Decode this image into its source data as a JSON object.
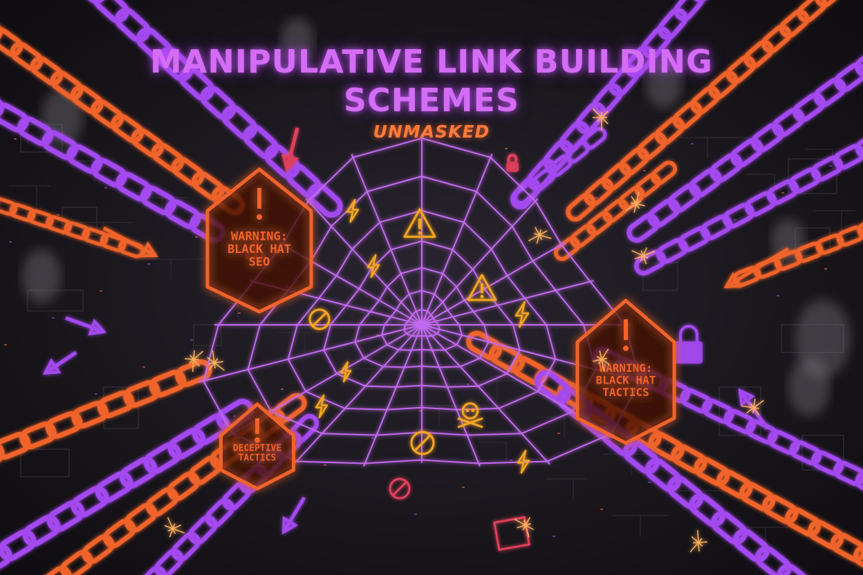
{
  "title": {
    "line1": "MANIPULATIVE LINK BUILDING",
    "line2": "SCHEMES",
    "subtitle": "UNMASKED"
  },
  "signs": [
    {
      "name": "warning-sign-black-hat-seo",
      "lines": [
        "WARNING:",
        "BLACK HAT",
        "SEO"
      ]
    },
    {
      "name": "warning-sign-black-hat-tactics",
      "lines": [
        "WARNING:",
        "BLACK HAT",
        "TACTICS"
      ]
    },
    {
      "name": "warning-sign-deceptive-tactics",
      "lines": [
        "DECEPTIVE",
        "TACTICS"
      ]
    }
  ],
  "icons": [
    "warning-triangle-icon",
    "lightning-icon",
    "skull-crossbones-icon",
    "no-entry-icon",
    "padlock-icon",
    "arrow-icon",
    "spark-icon",
    "smoke-icon"
  ],
  "colors": {
    "purple": "#a448f0",
    "orange": "#f0642a",
    "title": "#d46cf5",
    "subtitle": "#ff7a3c",
    "web": "#c36af0",
    "icon_yellow": "#f5a623",
    "background": "#1a171d"
  }
}
